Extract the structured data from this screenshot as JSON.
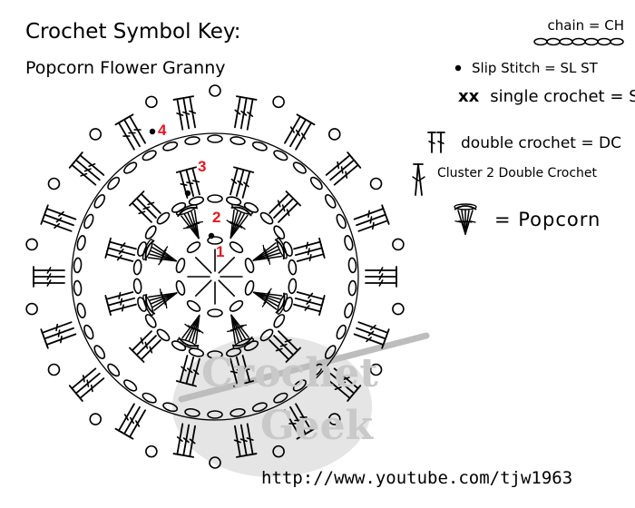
{
  "title": "Crochet Symbol Key:",
  "subtitle": "Popcorn Flower Granny",
  "key": {
    "chain": "chain = CH",
    "slip_stitch": "Slip Stitch = SL ST",
    "single_crochet_symbol": "xx",
    "single_crochet": "single crochet = SC",
    "double_crochet": "double crochet = DC",
    "cluster": "Cluster 2 Double Crochet",
    "popcorn": "= Popcorn"
  },
  "round_labels": [
    "1",
    "2",
    "3",
    "4"
  ],
  "watermark": [
    "Crochet",
    "Geek"
  ],
  "url": "http://www.youtube.com/tjw1963",
  "colors": {
    "ink": "#000000",
    "round_label": "#e8141c",
    "watermark": "#cfcfcf"
  }
}
